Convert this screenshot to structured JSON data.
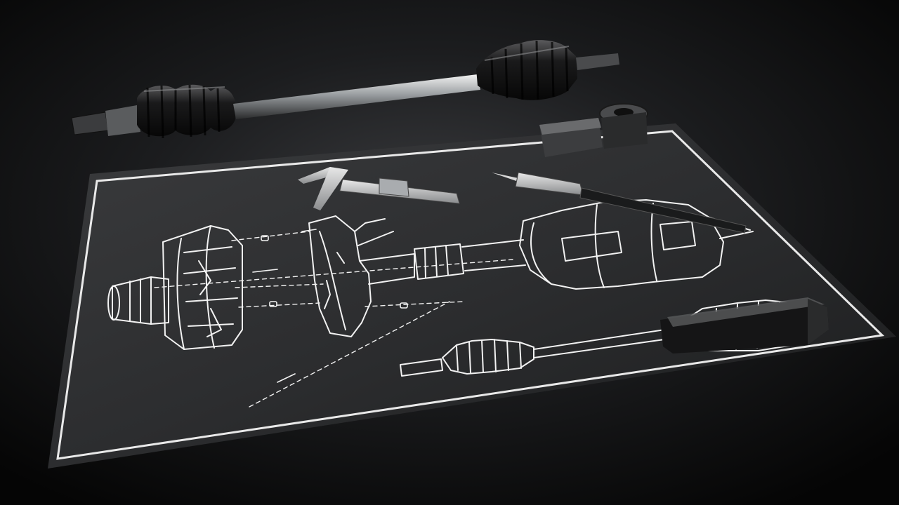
{
  "scene": {
    "colors": {
      "table": "#0f0f10",
      "table_highlight": "#3a3b3e",
      "sheet": "#2b2c2e",
      "sheet_border": "#e9e9e9",
      "drawing_line": "#f2f2f2",
      "steel": "#bfc3c6",
      "rubber": "#111112"
    },
    "objects": [
      "cv-axle-shaft",
      "technical-drawing-sheet",
      "vernier-caliper",
      "scriber-pencil",
      "usb-flash-drive",
      "axle-end-fitting"
    ]
  }
}
